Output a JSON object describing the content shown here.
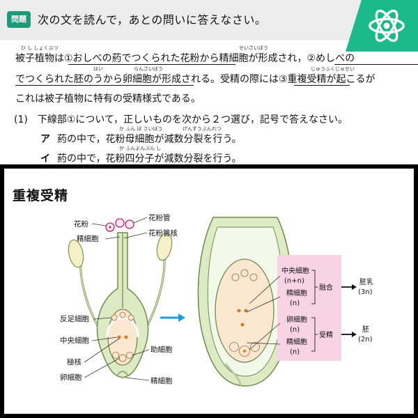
{
  "question": {
    "badge": "問題",
    "instruction": "次の文を読んで，あとの問いに答えなさい。",
    "lines": [
      {
        "text": "被子植物は①おしべの葯でつくられた花粉から精細胞が形成され，②めしべの",
        "ruby": [
          {
            "text": "ひ し しょくぶつ"
          },
          {
            "text": "せいさいぼう"
          }
        ]
      },
      {
        "text": "でつくられた胚のうから卵細胞が形成される。受精の際には③重複受精が起こるが",
        "ruby": [
          {
            "text": "はい"
          },
          {
            "text": "らんさいぼう"
          },
          {
            "text": "じゅうふくじゅせい"
          }
        ]
      },
      {
        "text": "これは被子植物に特有の受精様式である。",
        "ruby": []
      }
    ],
    "sub_question": "(1)　下線部①について，正しいものを次から２つ選び，記号で答えなさい。",
    "options": [
      {
        "label": "ア",
        "text": "葯の中で，花粉母細胞が減数分裂を行う。",
        "ruby": [
          {
            "text": "か ふん ぼ さいぼう"
          },
          {
            "text": "げんすうぶんれつ"
          }
        ]
      },
      {
        "label": "イ",
        "text": "葯の中で，花粉四分子が減数分裂を行う。",
        "ruby": [
          {
            "text": "か ふんよんぶん し"
          }
        ]
      }
    ]
  },
  "diagram": {
    "title": "重複受精",
    "labels": {
      "pollen": "花粉",
      "pollen_tube": "花粉管",
      "sperm_cell_top": "精細胞",
      "pollen_tube_nucleus": "花粉管核",
      "antipodal": "反足細胞",
      "central_cell_left": "中央細胞",
      "polar_nuclei": "極核",
      "egg_cell_left": "卵細胞",
      "synergid": "助細胞",
      "sperm_cell_bottom": "精細胞"
    },
    "right_box": {
      "central_cell": "中央細胞",
      "central_ploidy": "(n+n)",
      "sperm1": "精細胞",
      "sperm1_ploidy": "(n)",
      "fusion": "融合",
      "endosperm": "胚乳",
      "endosperm_ploidy": "(3n)",
      "egg_cell": "卵細胞",
      "egg_ploidy": "(n)",
      "sperm2": "精細胞",
      "sperm2_ploidy": "(n)",
      "fertilization": "受精",
      "embryo": "胚",
      "embryo_ploidy": "(2n)"
    },
    "colors": {
      "plant_green": "#dcebc3",
      "plant_outline": "#6f8a4a",
      "embryo_sac": "#fbe7d0",
      "box_pink": "#f7d3e3",
      "arrow_blue": "#1e9ad6",
      "nucleus_orange": "#d67a1f"
    }
  }
}
